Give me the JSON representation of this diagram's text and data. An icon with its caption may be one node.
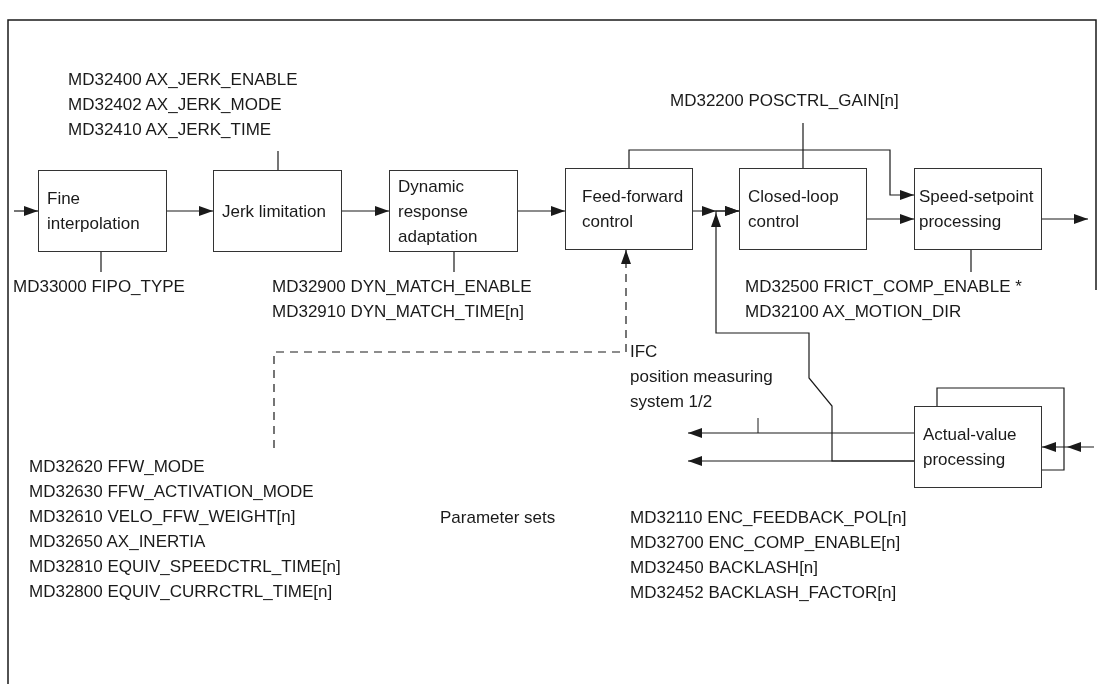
{
  "diagram": {
    "nodes": [
      {
        "text": [
          "Fine interpolation"
        ]
      },
      {
        "text": [
          "Jerk limitation"
        ]
      },
      {
        "text": [
          "Dynamic response adaptation"
        ]
      },
      {
        "text": [
          "Feed-forward control"
        ]
      },
      {
        "text": [
          "Closed-loop control"
        ]
      },
      {
        "text": [
          "Speed-setpoint processing"
        ]
      },
      {
        "text": [
          "Actual-value processing"
        ]
      },
      {
        "text": [
          "MD32400 AX_JERK_ENABLE",
          "MD32402 AX_JERK_MODE",
          "MD32410 AX_JERK_TIME"
        ]
      },
      {
        "text": [
          "MD33000 FIPO_TYPE"
        ]
      },
      {
        "text": [
          "MD32900 DYN_MATCH_ENABLE",
          "MD32910 DYN_MATCH_TIME[n]"
        ]
      },
      {
        "text": [
          "MD32200 POSCTRL_GAIN[n]"
        ]
      },
      {
        "text": [
          "MD32500 FRICT_COMP_ENABLE *",
          "MD32100 AX_MOTION_DIR"
        ]
      },
      {
        "text": [
          "MD32620 FFW_MODE",
          "MD32630 FFW_ACTIVATION_MODE",
          "MD32610 VELO_FFW_WEIGHT[n]",
          "MD32650 AX_INERTIA",
          "MD32810 EQUIV_SPEEDCTRL_TIME[n]",
          "MD32800 EQUIV_CURRCTRL_TIME[n]"
        ]
      }
    ],
    "edges": [
      {
        "from": null,
        "to": 0,
        "arrow": "to"
      },
      {
        "from": 0,
        "to": 1,
        "arrow": "to"
      },
      {
        "from": 1,
        "to": 2,
        "arrow": "to"
      },
      {
        "from": 2,
        "to": 3,
        "arrow": "to"
      },
      {
        "from": 3,
        "to": 4,
        "arrow": "to"
      },
      {
        "from": 4,
        "to": 5,
        "arrow": "to"
      },
      {
        "from": 3,
        "to": 5,
        "arrow": "to"
      },
      {
        "from": 5,
        "to": null,
        "arrow": "to"
      },
      {
        "from": 12,
        "to": 3,
        "arrow": "to",
        "style": "dashed"
      },
      {
        "from": 6,
        "to": null,
        "arrow": "to"
      },
      {
        "from": 6,
        "to": null,
        "arrow": "to"
      },
      {
        "from": 6,
        "to": 4,
        "arrow": "to"
      },
      {
        "from": null,
        "to": 6,
        "arrow": "to"
      },
      {
        "from": 6,
        "to": 6,
        "arrow": "none"
      },
      {
        "from": 7,
        "to": 1,
        "arrow": "none"
      },
      {
        "from": 0,
        "to": 8,
        "arrow": "none"
      },
      {
        "from": 2,
        "to": 9,
        "arrow": "none"
      },
      {
        "from": 10,
        "to": 4,
        "arrow": "none"
      },
      {
        "from": 5,
        "to": 11,
        "arrow": "none"
      }
    ],
    "labels": [
      "IFC",
      "position measuring system 1/2",
      "Parameter sets",
      "MD32110 ENC_FEEDBACK_POL[n]",
      "MD32700 ENC_COMP_ENABLE[n]",
      "MD32450 BACKLASH[n]",
      "MD32452 BACKLASH_FACTOR[n]"
    ]
  }
}
